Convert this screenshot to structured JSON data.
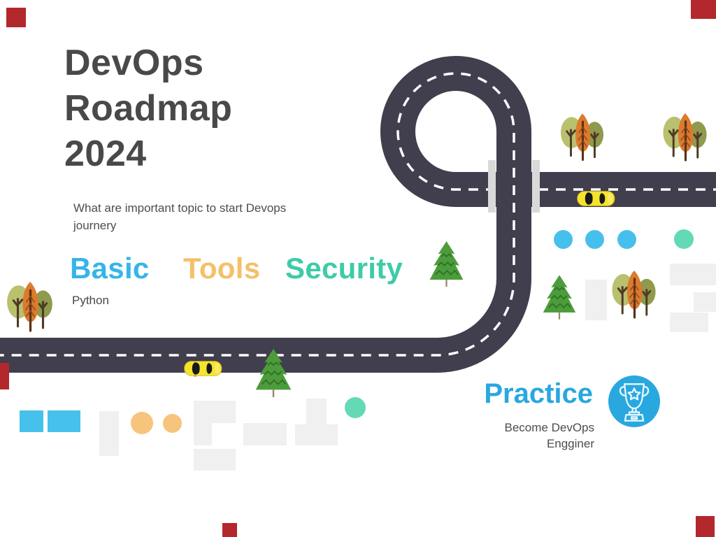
{
  "poster": {
    "title_lines": [
      "DevOps",
      "Roadmap",
      "2024"
    ],
    "subtitle_lines": [
      "What are important topic to start Devops",
      "journery"
    ],
    "categories": [
      {
        "label": "Basic",
        "color": "#35B5EA"
      },
      {
        "label": "Tools",
        "color": "#F4C06A"
      },
      {
        "label": "Security",
        "color": "#3DCBA8"
      }
    ],
    "basic_topic": "Python",
    "practice": {
      "label": "Practice",
      "color": "#29A8E0",
      "caption_lines": [
        "Become DevOps",
        "Engginer"
      ]
    },
    "icons": {
      "trophy": "trophy-icon",
      "pine_tree": "pine-tree-icon",
      "autumn_trees": "autumn-trees-icon",
      "car": "car-top-view-icon"
    },
    "colors": {
      "road": "#413E4D",
      "road_dash": "#FFFFFF",
      "guardrail": "#D9D9D9",
      "title_text": "#494949",
      "body_text": "#4D4D4D",
      "dot_blue": "#47BFEC",
      "dot_teal": "#63D9B6",
      "dot_orange": "#F6C47D",
      "decor_gray": "#F0F0F0",
      "car_yellow": "#F5E42C",
      "red_marker": "#B3282D"
    }
  }
}
